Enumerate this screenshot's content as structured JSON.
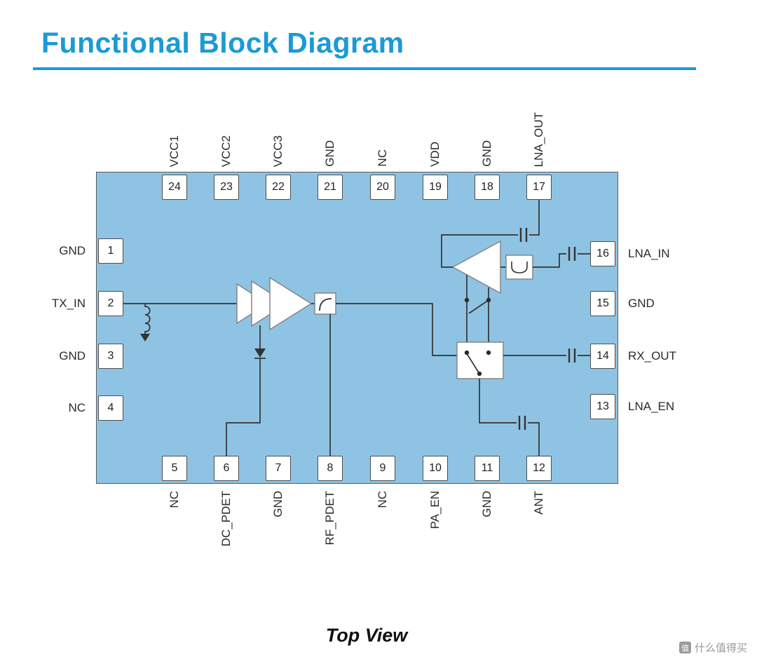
{
  "title": "Functional Block Diagram",
  "caption": "Top View",
  "watermark": {
    "logo_char": "值",
    "text": "什么值得买"
  },
  "colors": {
    "accent": "#1B9AD6",
    "chip_fill": "#8FC3E3",
    "wire": "#333333",
    "pin_border": "#4d4d4d",
    "watermark_gray": "#9A9A9A"
  },
  "chip": {
    "pins": {
      "top": [
        {
          "number": "24",
          "label": "VCC1"
        },
        {
          "number": "23",
          "label": "VCC2"
        },
        {
          "number": "22",
          "label": "VCC3"
        },
        {
          "number": "21",
          "label": "GND"
        },
        {
          "number": "20",
          "label": "NC"
        },
        {
          "number": "19",
          "label": "VDD"
        },
        {
          "number": "18",
          "label": "GND"
        },
        {
          "number": "17",
          "label": "LNA_OUT"
        }
      ],
      "bottom": [
        {
          "number": "5",
          "label": "NC"
        },
        {
          "number": "6",
          "label": "DC_PDET"
        },
        {
          "number": "7",
          "label": "GND"
        },
        {
          "number": "8",
          "label": "RF_PDET"
        },
        {
          "number": "9",
          "label": "NC"
        },
        {
          "number": "10",
          "label": "PA_EN"
        },
        {
          "number": "11",
          "label": "GND"
        },
        {
          "number": "12",
          "label": "ANT"
        }
      ],
      "left": [
        {
          "number": "1",
          "label": "GND"
        },
        {
          "number": "2",
          "label": "TX_IN"
        },
        {
          "number": "3",
          "label": "GND"
        },
        {
          "number": "4",
          "label": "NC"
        }
      ],
      "right": [
        {
          "number": "16",
          "label": "LNA_IN"
        },
        {
          "number": "15",
          "label": "GND"
        },
        {
          "number": "14",
          "label": "RX_OUT"
        },
        {
          "number": "13",
          "label": "LNA_EN"
        }
      ]
    },
    "component_icons": [
      "inductor-icon",
      "ground-icon",
      "amplifier-icon",
      "coupler-icon",
      "diode-icon",
      "lna-amplifier-icon",
      "filter-icon",
      "switch-icon",
      "capacitor-icon"
    ]
  }
}
